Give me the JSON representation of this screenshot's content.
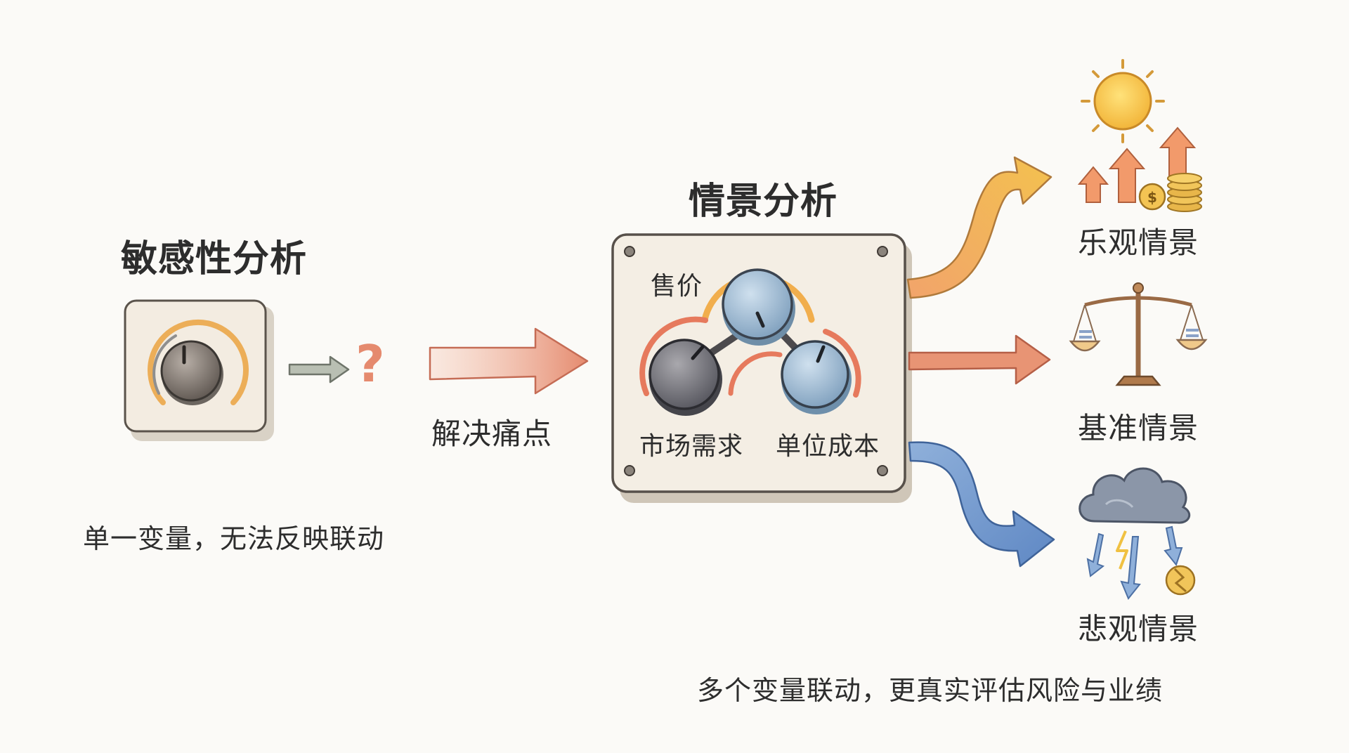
{
  "left": {
    "title": "敏感性分析",
    "question_mark": "?",
    "caption": "单一变量，无法反映联动"
  },
  "transition": {
    "label": "解决痛点"
  },
  "center": {
    "title": "情景分析",
    "knobs": {
      "top": "售价",
      "left": "市场需求",
      "right": "单位成本"
    }
  },
  "outcomes": {
    "optimistic": {
      "label": "乐观情景",
      "icon": "sun-icon"
    },
    "baseline": {
      "label": "基准情景",
      "icon": "balance-scale-icon"
    },
    "pessimistic": {
      "label": "悲观情景",
      "icon": "storm-cloud-icon"
    }
  },
  "footer": {
    "caption": "多个变量联动，更真实评估风险与业绩"
  },
  "colors": {
    "arrow_orange": "#f0b24a",
    "arrow_salmon": "#e58a6e",
    "arrow_blue": "#6f97cf",
    "panel": "#f4eee4",
    "knob_dark": "#5f5f66",
    "knob_blue": "#8fb1cf"
  }
}
